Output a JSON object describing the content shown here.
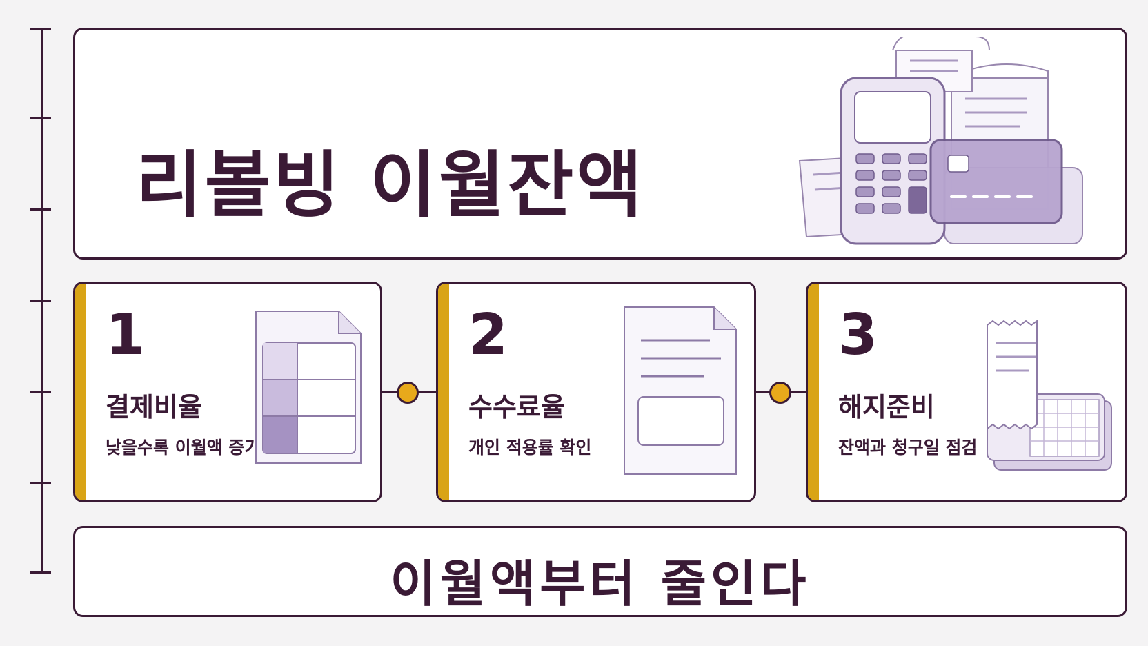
{
  "title": "리볼빙 이월잔액",
  "steps": [
    {
      "number": "1",
      "title": "결제비율",
      "desc": "낮을수록 이월액 증가",
      "icon": "spreadsheet-document-icon"
    },
    {
      "number": "2",
      "title": "수수료율",
      "desc": "개인 적용률 확인",
      "icon": "text-document-icon"
    },
    {
      "number": "3",
      "title": "해지준비",
      "desc": "잔액과 청구일 점검",
      "icon": "receipt-calendar-icon"
    }
  ],
  "footer": "이월액부터 줄인다",
  "colors": {
    "ink": "#3a1a35",
    "accent": "#d9a416",
    "dot": "#e8a91b",
    "lavender": "#b8a5cc",
    "background": "#f4f3f4"
  },
  "hero_icon": "card-terminal-receipts-icon"
}
